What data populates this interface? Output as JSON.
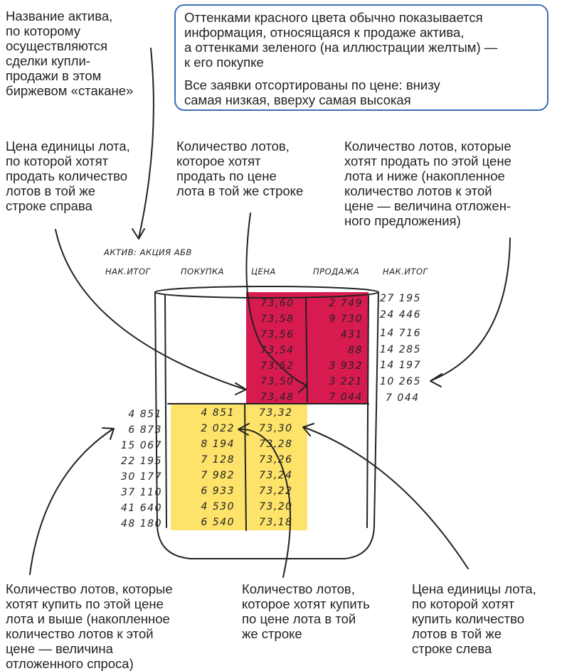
{
  "notes": {
    "asset_name": "Название актива,\nпо которому\nосуществляются\nсделки купли-\nпродажи в этом\nбиржевом «стакане»",
    "callout_p1": "Оттенками красного цвета обычно показывается\nинформация, относящаяся к продаже актива,\nа оттенками зеленого (на иллюстрации желтым) —\nк его покупке",
    "callout_p2": "Все заявки отсортированы по цене: внизу\nсамая низкая, вверху самая высокая",
    "sell_price": "Цена единицы лота,\nпо которой хотят\nпродать количество\nлотов в той же\nстроке справа",
    "sell_qty": "Количество лотов,\nкоторое хотят\nпродать по цене\nлота в той же строке",
    "sell_cum": "Количество лотов, которые\nхотят продать по этой цене\nлота и ниже (накопленное\nколичество лотов к этой\nцене — величина отложен-\nного предложения)",
    "buy_cum": "Количество лотов, которые\nхотят купить по этой цене\nлота и выше (накопленное\nколичество лотов к этой\nцене — величина\nотложенного спроса)",
    "buy_qty": "Количество лотов,\nкоторое хотят купить\nпо цене лота в той\nже строке",
    "buy_price": "Цена единицы лота,\nпо которой хотят\nкупить количество\nлотов в той же\nстроке слева"
  },
  "glass": {
    "asset_label": "АКТИВ: АКЦИЯ АБВ",
    "headers": {
      "buy_cum": "НАК.ИТОГ",
      "buy": "ПОКУПКА",
      "price": "ЦЕНА",
      "sell": "ПРОДАЖА",
      "sell_cum": "НАК.ИТОГ"
    },
    "colors": {
      "sell": "#d81b4f",
      "buy": "#fde36a"
    },
    "sell_rows": [
      {
        "price": "73,60",
        "qty": "2 749",
        "cum": "27 195"
      },
      {
        "price": "73,58",
        "qty": "9 730",
        "cum": "24 446"
      },
      {
        "price": "73,56",
        "qty": "431",
        "cum": "14 716"
      },
      {
        "price": "73,54",
        "qty": "88",
        "cum": "14 285"
      },
      {
        "price": "73,52",
        "qty": "3 932",
        "cum": "14 197"
      },
      {
        "price": "73,50",
        "qty": "3 221",
        "cum": "10 265"
      },
      {
        "price": "73,48",
        "qty": "7 044",
        "cum": "7 044"
      }
    ],
    "buy_rows": [
      {
        "cum": "4 851",
        "qty": "4 851",
        "price": "73,32"
      },
      {
        "cum": "6 873",
        "qty": "2 022",
        "price": "73,30"
      },
      {
        "cum": "15 067",
        "qty": "8 194",
        "price": "73,28"
      },
      {
        "cum": "22 195",
        "qty": "7 128",
        "price": "73,26"
      },
      {
        "cum": "30 177",
        "qty": "7 982",
        "price": "73,24"
      },
      {
        "cum": "37 110",
        "qty": "6 933",
        "price": "73,22"
      },
      {
        "cum": "41 640",
        "qty": "4 530",
        "price": "73,20"
      },
      {
        "cum": "48 180",
        "qty": "6 540",
        "price": "73,18"
      }
    ]
  }
}
